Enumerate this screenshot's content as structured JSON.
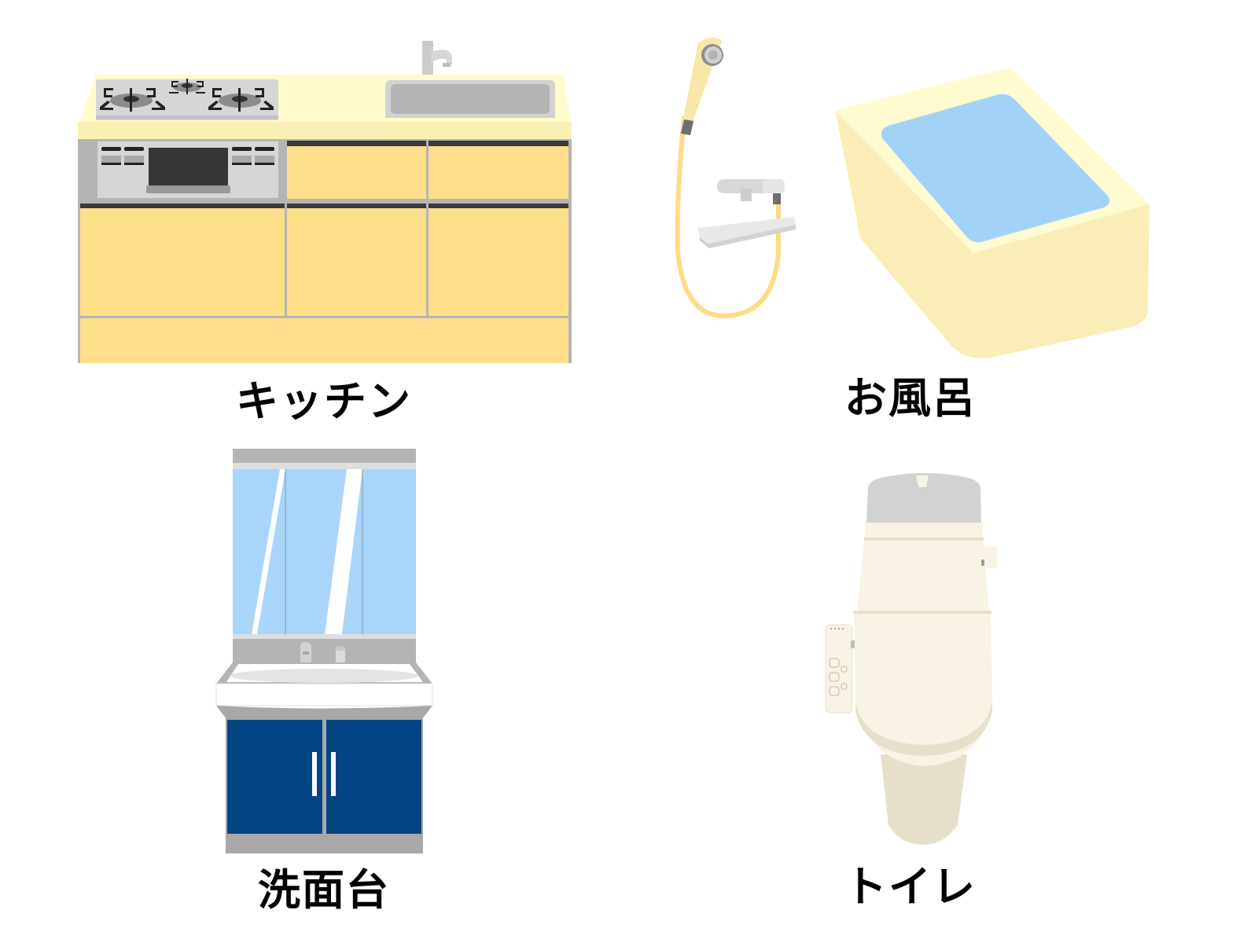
{
  "items": [
    {
      "id": "kitchen",
      "label": "キッチン",
      "illustration": "kitchen-counter-icon"
    },
    {
      "id": "bath",
      "label": "お風呂",
      "illustration": "bathtub-shower-icon"
    },
    {
      "id": "washbasin",
      "label": "洗面台",
      "illustration": "vanity-sink-icon"
    },
    {
      "id": "toilet",
      "label": "トイレ",
      "illustration": "toilet-icon"
    }
  ],
  "colors": {
    "counter_top": "#FFFBCC",
    "counter_edge": "#FAF0B4",
    "cabinet": "#FFDE8A",
    "cabinet_line": "#B5B5B5",
    "dark_strip": "#3A3A3A",
    "steel": "#D0D0D0",
    "sink": "#B4B4B4",
    "bath_body": "#FAEDB7",
    "bath_rim": "#FFFBD0",
    "water": "#A3D2F9",
    "mirror": "#AAD5FB",
    "vanity_door": "#034582",
    "toilet_body": "#F8F3E4",
    "toilet_shade": "#E6E0CB",
    "toilet_lid": "#D2D2D2",
    "hose": "#FCDC86"
  }
}
